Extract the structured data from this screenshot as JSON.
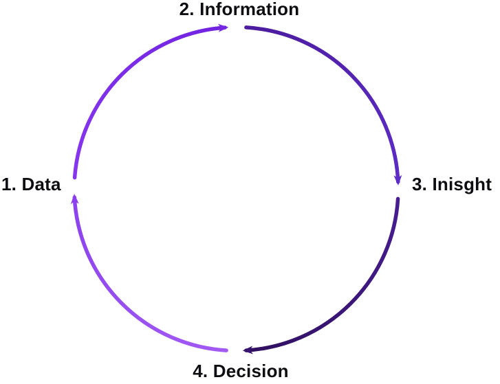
{
  "diagram": {
    "type": "cycle",
    "direction": "clockwise",
    "background_color": "#ffffff",
    "label_color": "#0e0e12",
    "nodes": [
      {
        "label": "1. Data",
        "position": "left"
      },
      {
        "label": "2. Information",
        "position": "top"
      },
      {
        "label": "3. Inisght",
        "position": "right"
      },
      {
        "label": "4. Decision",
        "position": "bottom"
      }
    ],
    "arcs": [
      {
        "name": "data-to-information",
        "from": "left",
        "to": "top",
        "color_start": "#8637ee",
        "color_end": "#7123e0",
        "arrow_color": "#7527e3"
      },
      {
        "name": "information-to-insight",
        "from": "top",
        "to": "right",
        "color_start": "#4b1c9e",
        "color_end": "#5d2cc6",
        "arrow_color": "#5d2cc6"
      },
      {
        "name": "insight-to-decision",
        "from": "right",
        "to": "bottom",
        "color_start": "#471d92",
        "color_end": "#301060",
        "arrow_color": "#38136f"
      },
      {
        "name": "decision-to-data",
        "from": "bottom",
        "to": "left",
        "color_start": "#a35af3",
        "color_end": "#8b42ee",
        "arrow_color": "#8a3eed"
      }
    ]
  }
}
